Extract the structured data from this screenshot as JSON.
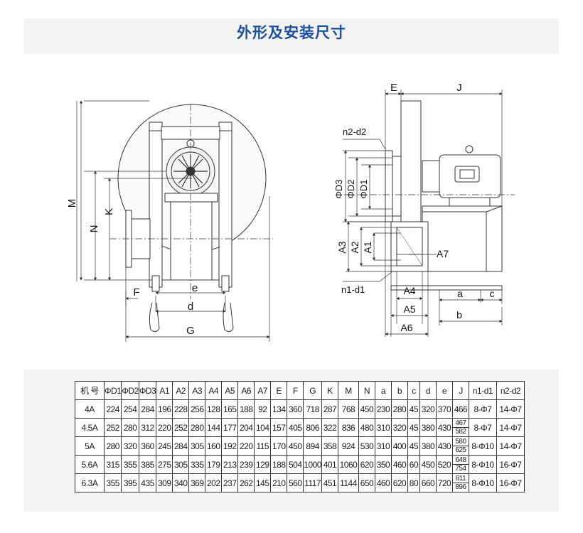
{
  "title": "外形及安装尺寸",
  "diagram_labels": {
    "M": "M",
    "N": "N",
    "K": "K",
    "F": "F",
    "e": "e",
    "d": "d",
    "G": "G",
    "E": "E",
    "J": "J",
    "n2d2": "n2-d2",
    "D3": "ΦD3",
    "D2": "ΦD2",
    "D1": "ΦD1",
    "A3": "A3",
    "A2": "A2",
    "A1": "A1",
    "A7": "A7",
    "n1d1": "n1-d1",
    "A4": "A4",
    "A5": "A5",
    "A6": "A6",
    "a": "a",
    "b": "b",
    "c": "c"
  },
  "table": {
    "headers": [
      "机 号",
      "ΦD1",
      "ΦD2",
      "ΦD3",
      "A1",
      "A2",
      "A3",
      "A4",
      "A5",
      "A6",
      "A7",
      "E",
      "F",
      "G",
      "K",
      "M",
      "N",
      "a",
      "b",
      "c",
      "d",
      "e",
      "J",
      "n1-d1",
      "n2-d2"
    ],
    "rows": [
      {
        "cells": [
          "4A",
          "224",
          "254",
          "284",
          "196",
          "228",
          "256",
          "128",
          "165",
          "188",
          "92",
          "134",
          "360",
          "718",
          "287",
          "768",
          "450",
          "230",
          "280",
          "45",
          "320",
          "370"
        ],
        "J_top": "466",
        "J_bot": "",
        "n1": "8-Φ7",
        "n2": "14-Φ7"
      },
      {
        "cells": [
          "4.5A",
          "252",
          "280",
          "312",
          "220",
          "252",
          "280",
          "144",
          "177",
          "204",
          "104",
          "157",
          "405",
          "806",
          "322",
          "836",
          "480",
          "310",
          "320",
          "45",
          "380",
          "430"
        ],
        "J_top": "467",
        "J_bot": "582",
        "n1": "8-Φ7",
        "n2": "14-Φ7"
      },
      {
        "cells": [
          "5A",
          "280",
          "320",
          "360",
          "245",
          "284",
          "305",
          "160",
          "192",
          "220",
          "115",
          "170",
          "450",
          "894",
          "358",
          "924",
          "530",
          "310",
          "400",
          "45",
          "380",
          "430"
        ],
        "J_top": "580",
        "J_bot": "625",
        "n1": "8-Φ10",
        "n2": "14-Φ7"
      },
      {
        "cells": [
          "5.6A",
          "315",
          "355",
          "385",
          "275",
          "305",
          "335",
          "179",
          "213",
          "239",
          "129",
          "188",
          "504",
          "1000",
          "401",
          "1060",
          "620",
          "350",
          "460",
          "60",
          "450",
          "520"
        ],
        "J_top": "648",
        "J_bot": "754",
        "n1": "8-Φ10",
        "n2": "16-Φ7"
      },
      {
        "cells": [
          "6.3A",
          "355",
          "395",
          "435",
          "309",
          "340",
          "369",
          "202",
          "237",
          "262",
          "145",
          "210",
          "560",
          "1117",
          "451",
          "1144",
          "650",
          "460",
          "620",
          "80",
          "660",
          "720"
        ],
        "J_top": "811",
        "J_bot": "896",
        "n1": "8-Φ10",
        "n2": "16-Φ7"
      }
    ]
  }
}
